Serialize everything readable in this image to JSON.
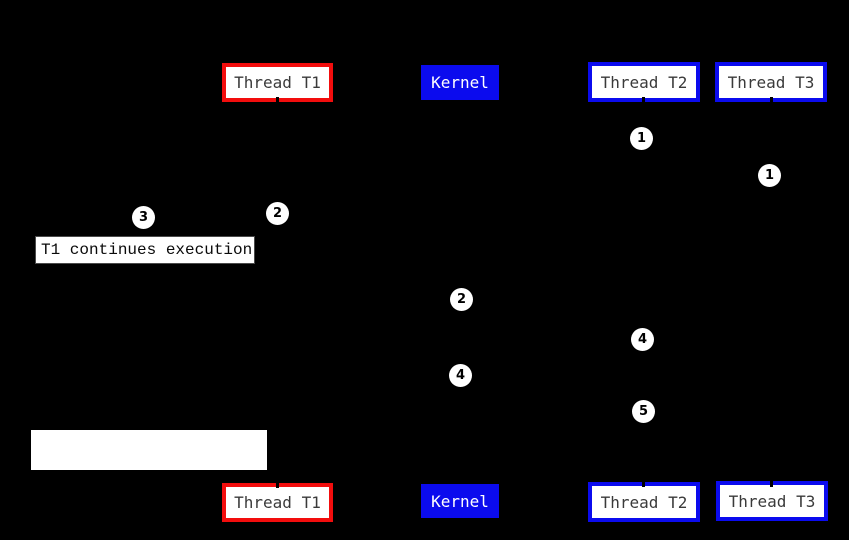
{
  "colors": {
    "background": "#000000",
    "t1_border_red": "#f20d0d",
    "thread_border_blue": "#0b0bee",
    "kernel_fill_blue": "#0b0bee",
    "box_fill": "#ffffff",
    "box_text": "#3a3a3a",
    "kernel_text": "#ffffff",
    "marker_fill": "#ffffff",
    "marker_text": "#000000"
  },
  "columns": {
    "t1": {
      "label": "Thread T1"
    },
    "kernel": {
      "label": "Kernel"
    },
    "t2": {
      "label": "Thread T2"
    },
    "t3": {
      "label": "Thread T3"
    }
  },
  "markers": [
    {
      "step": "1"
    },
    {
      "step": "1"
    },
    {
      "step": "3"
    },
    {
      "step": "2"
    },
    {
      "step": "2"
    },
    {
      "step": "4"
    },
    {
      "step": "4"
    },
    {
      "step": "5"
    }
  ],
  "note": {
    "text": "T1 continues execution"
  },
  "blank_label_box": {
    "text": ""
  }
}
